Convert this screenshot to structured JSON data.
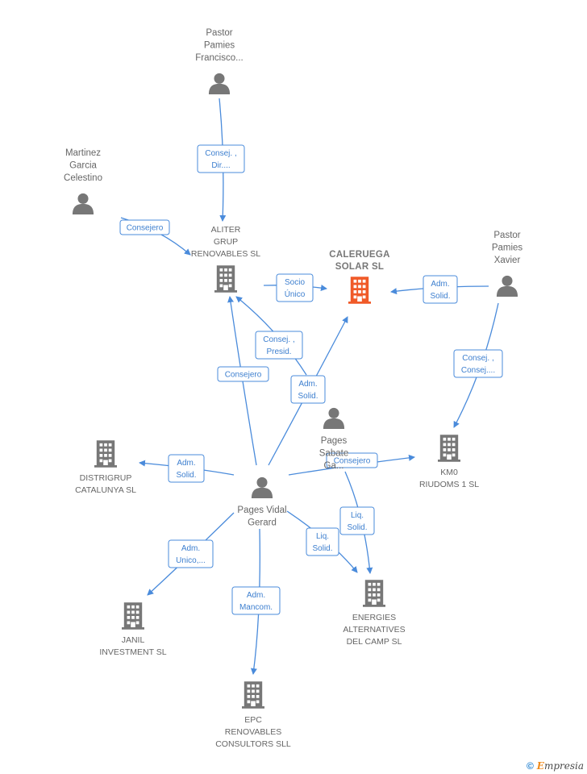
{
  "nodes": [
    {
      "id": "pastor_francisco",
      "kind": "person",
      "lines": [
        "Pastor",
        "Pamies",
        "Francisco..."
      ]
    },
    {
      "id": "martinez",
      "kind": "person",
      "lines": [
        "Martinez",
        "Garcia",
        "Celestino"
      ]
    },
    {
      "id": "aliter",
      "kind": "company",
      "lines": [
        "ALITER",
        "GRUP",
        "RENOVABLES SL"
      ]
    },
    {
      "id": "caleruega",
      "kind": "main",
      "lines": [
        "CALERUEGA",
        "SOLAR  SL"
      ]
    },
    {
      "id": "pastor_xavier",
      "kind": "person",
      "lines": [
        "Pastor",
        "Pamies",
        "Xavier"
      ]
    },
    {
      "id": "pages_sabate",
      "kind": "person",
      "lines": [
        "Pages",
        "Sabate",
        "Ga..."
      ]
    },
    {
      "id": "km0",
      "kind": "company",
      "lines": [
        "KM0",
        "RIUDOMS 1  SL"
      ]
    },
    {
      "id": "distrigrup",
      "kind": "company",
      "lines": [
        "DISTRIGRUP",
        "CATALUNYA  SL"
      ]
    },
    {
      "id": "pages_vidal",
      "kind": "person",
      "lines": [
        "Pages Vidal",
        "Gerard"
      ]
    },
    {
      "id": "janil",
      "kind": "company",
      "lines": [
        "JANIL",
        "INVESTMENT SL"
      ]
    },
    {
      "id": "energies",
      "kind": "company",
      "lines": [
        "ENERGIES",
        "ALTERNATIVES",
        "DEL CAMP SL"
      ]
    },
    {
      "id": "epc",
      "kind": "company",
      "lines": [
        "EPC",
        "RENOVABLES",
        "CONSULTORS SLL"
      ]
    }
  ],
  "edges": [
    {
      "id": "e1",
      "label": [
        "Consej. ,",
        "Dir...."
      ]
    },
    {
      "id": "e2",
      "label": [
        "Consejero"
      ]
    },
    {
      "id": "e3",
      "label": [
        "Socio",
        "Único"
      ]
    },
    {
      "id": "e4",
      "label": [
        "Adm.",
        "Solid."
      ]
    },
    {
      "id": "e5",
      "label": [
        "Consej. ,",
        "Presid."
      ]
    },
    {
      "id": "e6",
      "label": [
        "Consejero"
      ]
    },
    {
      "id": "e7",
      "label": [
        "Adm.",
        "Solid."
      ]
    },
    {
      "id": "e8",
      "label": [
        "Consej. ,",
        "Consej...."
      ]
    },
    {
      "id": "e9",
      "label": [
        "Adm.",
        "Solid."
      ]
    },
    {
      "id": "e10",
      "label": [
        "Consejero"
      ]
    },
    {
      "id": "e11",
      "label": [
        "Liq.",
        "Solid."
      ]
    },
    {
      "id": "e12",
      "label": [
        "Liq.",
        "Solid."
      ]
    },
    {
      "id": "e13",
      "label": [
        "Adm.",
        "Unico,..."
      ]
    },
    {
      "id": "e14",
      "label": [
        "Adm.",
        "Mancom."
      ]
    }
  ],
  "colors": {
    "edge": "#4a8bdb",
    "person_icon": "#777777",
    "company_icon": "#777777",
    "main_company_icon": "#f05a28"
  },
  "footer": {
    "copyright": "©",
    "brand_first": "E",
    "brand_rest": "mpresia"
  }
}
